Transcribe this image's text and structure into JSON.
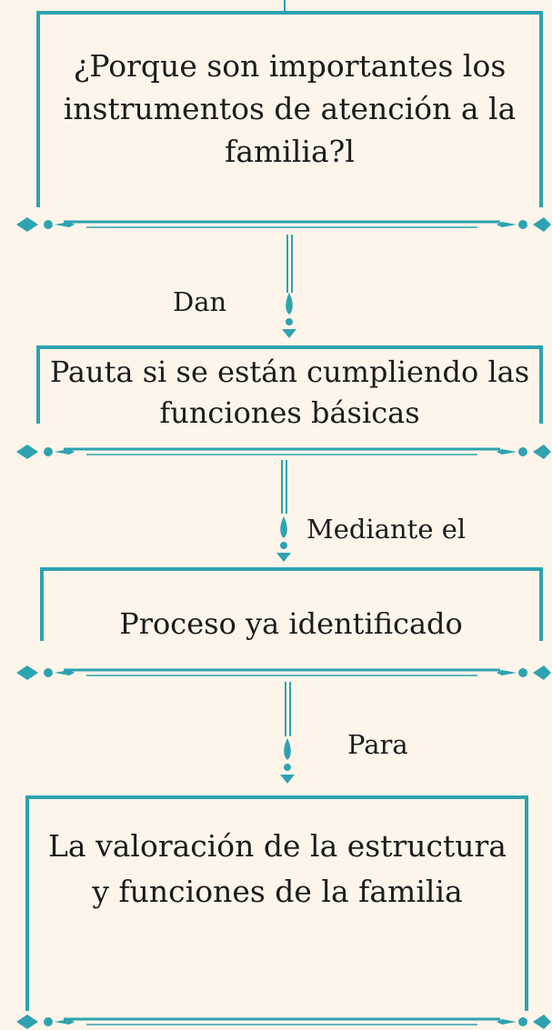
{
  "colors": {
    "accent": "#2ea3b0",
    "background": "#fdf5ea",
    "text": "#1c1c1c"
  },
  "boxes": [
    {
      "text": "¿Porque son importantes los instrumentos de atención a la familia?l"
    },
    {
      "text": "Pauta si se están cumpliendo las funciones básicas"
    },
    {
      "text": "Proceso ya identificado"
    },
    {
      "text": "La valoración de la estructura y funciones de la familia"
    }
  ],
  "connectors": [
    {
      "label": "Dan"
    },
    {
      "label": "Mediante el"
    },
    {
      "label": "Para"
    }
  ]
}
